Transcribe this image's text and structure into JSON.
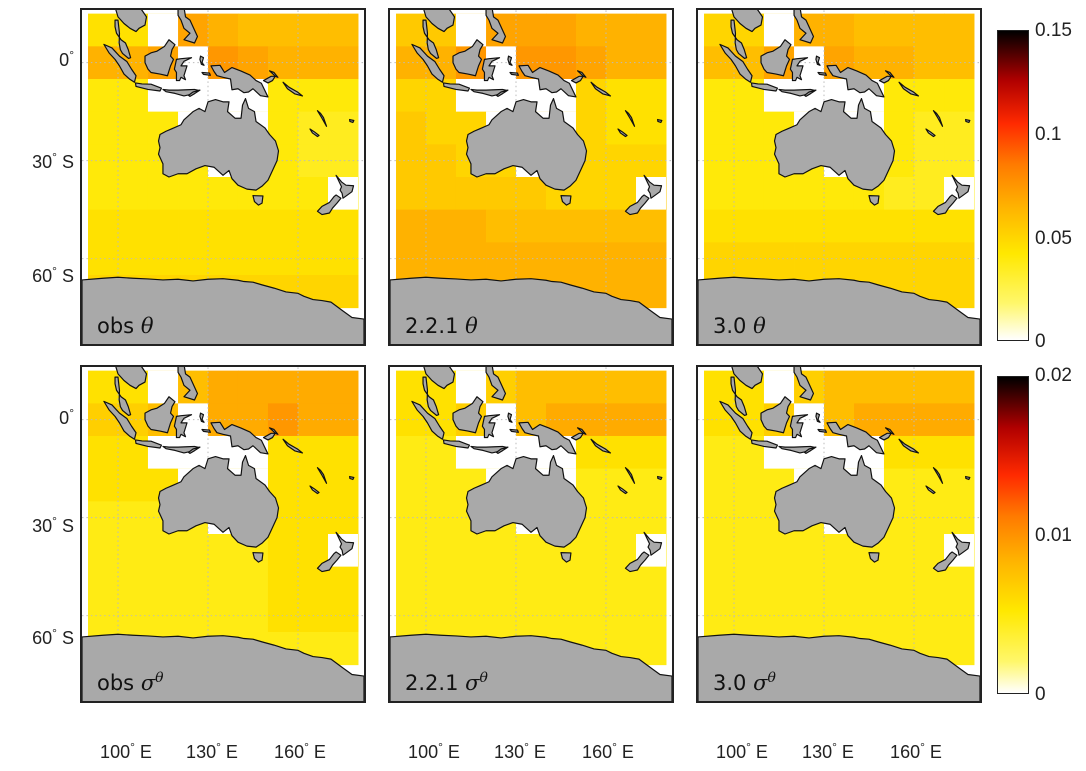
{
  "y_tick_labels": [
    {
      "deg": "0",
      "suffix": ""
    },
    {
      "deg": "30",
      "suffix": "S"
    },
    {
      "deg": "60",
      "suffix": "S"
    }
  ],
  "x_tick_labels": [
    {
      "deg": "100",
      "suffix": "E"
    },
    {
      "deg": "130",
      "suffix": "E"
    },
    {
      "deg": "160",
      "suffix": "E"
    }
  ],
  "panels": [
    {
      "prefix": "obs",
      "symbol": "θ",
      "sup": "",
      "row": 0
    },
    {
      "prefix": "2.2.1",
      "symbol": "θ",
      "sup": "",
      "row": 0
    },
    {
      "prefix": "3.0",
      "symbol": "θ",
      "sup": "",
      "row": 0
    },
    {
      "prefix": "obs",
      "symbol": "σ",
      "sup": "θ",
      "row": 1
    },
    {
      "prefix": "2.2.1",
      "symbol": "σ",
      "sup": "θ",
      "row": 1
    },
    {
      "prefix": "3.0",
      "symbol": "σ",
      "sup": "θ",
      "row": 1
    }
  ],
  "colorbars": [
    {
      "ticks": [
        "0.15",
        "0.1",
        "0.05",
        "0"
      ],
      "tick_values": [
        0.15,
        0.1,
        0.05,
        0
      ],
      "range": [
        0,
        0.15
      ]
    },
    {
      "ticks": [
        "0.02",
        "0.01",
        "0"
      ],
      "tick_values": [
        0.02,
        0.01,
        0
      ],
      "range": [
        0,
        0.02
      ]
    }
  ],
  "colors": {
    "land": "#a9a9a9",
    "coast": "#111111",
    "border": "#222222",
    "grid": "#bbbbbb"
  },
  "map_extent": {
    "lon_min": 88,
    "lon_max": 182,
    "lat_min": -86,
    "lat_max": 16
  },
  "grid": {
    "lon_edges": [
      90,
      100,
      110,
      120,
      130,
      140,
      150,
      160,
      170,
      180
    ],
    "lat_edges": [
      15,
      5,
      -5,
      -15,
      -25,
      -35,
      -45,
      -55,
      -65,
      -75
    ],
    "lon_lines": [
      100,
      130,
      160
    ],
    "lat_lines": [
      0,
      -30,
      -60
    ]
  },
  "field_values": [
    [
      [
        0.045,
        0.045,
        0.05,
        0.07,
        0.065,
        0.06,
        0.06,
        0.06,
        0.06
      ],
      [
        0.065,
        0.065,
        0.07,
        0.085,
        0.075,
        0.07,
        0.065,
        0.065,
        0.065
      ],
      [
        0.04,
        0.04,
        0.04,
        0.05,
        0.045,
        0.045,
        0.04,
        0.04,
        0.04
      ],
      [
        0.04,
        0.04,
        0.04,
        0.045,
        0.04,
        0.04,
        0.04,
        0.035,
        0.035
      ],
      [
        0.04,
        0.04,
        0.04,
        0.04,
        0.04,
        0.04,
        0.04,
        0.035,
        0.035
      ],
      [
        0.04,
        0.04,
        0.04,
        0.04,
        0.04,
        0.04,
        0.04,
        0.04,
        0.035
      ],
      [
        0.045,
        0.045,
        0.045,
        0.045,
        0.045,
        0.045,
        0.045,
        0.045,
        0.045
      ],
      [
        0.045,
        0.045,
        0.045,
        0.045,
        0.045,
        0.045,
        0.045,
        0.045,
        0.045
      ],
      [
        0.05,
        0.05,
        0.05,
        0.05,
        0.05,
        0.05,
        0.05,
        0.05,
        0.05
      ]
    ],
    [
      [
        0.055,
        0.055,
        0.06,
        0.07,
        0.07,
        0.07,
        0.065,
        0.065,
        0.065
      ],
      [
        0.065,
        0.065,
        0.075,
        0.08,
        0.075,
        0.075,
        0.07,
        0.065,
        0.065
      ],
      [
        0.05,
        0.05,
        0.05,
        0.055,
        0.05,
        0.05,
        0.05,
        0.045,
        0.045
      ],
      [
        0.055,
        0.05,
        0.05,
        0.05,
        0.05,
        0.05,
        0.05,
        0.045,
        0.045
      ],
      [
        0.055,
        0.055,
        0.05,
        0.05,
        0.05,
        0.05,
        0.05,
        0.05,
        0.05
      ],
      [
        0.055,
        0.055,
        0.055,
        0.055,
        0.055,
        0.05,
        0.05,
        0.05,
        0.055
      ],
      [
        0.065,
        0.065,
        0.065,
        0.06,
        0.06,
        0.06,
        0.06,
        0.06,
        0.06
      ],
      [
        0.065,
        0.065,
        0.065,
        0.065,
        0.065,
        0.065,
        0.065,
        0.065,
        0.065
      ],
      [
        0.065,
        0.065,
        0.065,
        0.065,
        0.065,
        0.065,
        0.065,
        0.065,
        0.065
      ]
    ],
    [
      [
        0.05,
        0.05,
        0.055,
        0.065,
        0.065,
        0.06,
        0.06,
        0.06,
        0.06
      ],
      [
        0.06,
        0.06,
        0.07,
        0.075,
        0.07,
        0.065,
        0.065,
        0.06,
        0.06
      ],
      [
        0.04,
        0.04,
        0.04,
        0.045,
        0.045,
        0.04,
        0.04,
        0.04,
        0.04
      ],
      [
        0.04,
        0.04,
        0.04,
        0.04,
        0.04,
        0.04,
        0.04,
        0.035,
        0.035
      ],
      [
        0.04,
        0.04,
        0.04,
        0.04,
        0.04,
        0.04,
        0.04,
        0.035,
        0.035
      ],
      [
        0.04,
        0.04,
        0.04,
        0.04,
        0.04,
        0.04,
        0.035,
        0.035,
        0.035
      ],
      [
        0.045,
        0.045,
        0.045,
        0.045,
        0.045,
        0.045,
        0.045,
        0.045,
        0.045
      ],
      [
        0.05,
        0.05,
        0.05,
        0.05,
        0.05,
        0.05,
        0.05,
        0.05,
        0.05
      ],
      [
        0.05,
        0.05,
        0.05,
        0.05,
        0.05,
        0.05,
        0.05,
        0.05,
        0.05
      ]
    ],
    [
      [
        0.006,
        0.006,
        0.007,
        0.008,
        0.009,
        0.009,
        0.009,
        0.009,
        0.009
      ],
      [
        0.007,
        0.007,
        0.008,
        0.009,
        0.009,
        0.009,
        0.01,
        0.009,
        0.009
      ],
      [
        0.006,
        0.006,
        0.007,
        0.007,
        0.007,
        0.006,
        0.006,
        0.006,
        0.006
      ],
      [
        0.006,
        0.006,
        0.006,
        0.006,
        0.006,
        0.006,
        0.006,
        0.006,
        0.006
      ],
      [
        0.005,
        0.005,
        0.005,
        0.005,
        0.005,
        0.005,
        0.006,
        0.006,
        0.006
      ],
      [
        0.005,
        0.005,
        0.005,
        0.005,
        0.005,
        0.005,
        0.006,
        0.006,
        0.006
      ],
      [
        0.005,
        0.005,
        0.005,
        0.005,
        0.005,
        0.005,
        0.006,
        0.006,
        0.006
      ],
      [
        0.005,
        0.005,
        0.005,
        0.005,
        0.005,
        0.005,
        0.006,
        0.006,
        0.006
      ],
      [
        0.005,
        0.005,
        0.005,
        0.005,
        0.005,
        0.005,
        0.005,
        0.005,
        0.005
      ]
    ],
    [
      [
        0.006,
        0.006,
        0.006,
        0.007,
        0.008,
        0.008,
        0.008,
        0.008,
        0.008
      ],
      [
        0.006,
        0.006,
        0.007,
        0.008,
        0.008,
        0.009,
        0.009,
        0.009,
        0.009
      ],
      [
        0.005,
        0.005,
        0.005,
        0.006,
        0.006,
        0.006,
        0.006,
        0.006,
        0.006
      ],
      [
        0.005,
        0.005,
        0.005,
        0.005,
        0.005,
        0.005,
        0.005,
        0.005,
        0.005
      ],
      [
        0.005,
        0.005,
        0.005,
        0.005,
        0.005,
        0.005,
        0.005,
        0.005,
        0.005
      ],
      [
        0.005,
        0.005,
        0.005,
        0.005,
        0.005,
        0.005,
        0.005,
        0.005,
        0.005
      ],
      [
        0.005,
        0.005,
        0.005,
        0.005,
        0.005,
        0.005,
        0.005,
        0.005,
        0.005
      ],
      [
        0.005,
        0.005,
        0.005,
        0.005,
        0.005,
        0.005,
        0.005,
        0.005,
        0.005
      ],
      [
        0.005,
        0.005,
        0.005,
        0.005,
        0.005,
        0.005,
        0.005,
        0.005,
        0.005
      ]
    ],
    [
      [
        0.006,
        0.006,
        0.006,
        0.007,
        0.008,
        0.008,
        0.008,
        0.008,
        0.008
      ],
      [
        0.006,
        0.006,
        0.007,
        0.008,
        0.008,
        0.009,
        0.009,
        0.009,
        0.009
      ],
      [
        0.005,
        0.005,
        0.005,
        0.006,
        0.006,
        0.006,
        0.006,
        0.006,
        0.006
      ],
      [
        0.005,
        0.005,
        0.005,
        0.005,
        0.005,
        0.005,
        0.005,
        0.005,
        0.005
      ],
      [
        0.005,
        0.005,
        0.005,
        0.005,
        0.005,
        0.005,
        0.005,
        0.005,
        0.005
      ],
      [
        0.005,
        0.005,
        0.005,
        0.005,
        0.005,
        0.005,
        0.005,
        0.005,
        0.005
      ],
      [
        0.005,
        0.005,
        0.005,
        0.005,
        0.005,
        0.005,
        0.005,
        0.005,
        0.005
      ],
      [
        0.005,
        0.005,
        0.005,
        0.005,
        0.005,
        0.005,
        0.005,
        0.005,
        0.005
      ],
      [
        0.005,
        0.005,
        0.005,
        0.005,
        0.005,
        0.005,
        0.005,
        0.005,
        0.005
      ]
    ]
  ]
}
